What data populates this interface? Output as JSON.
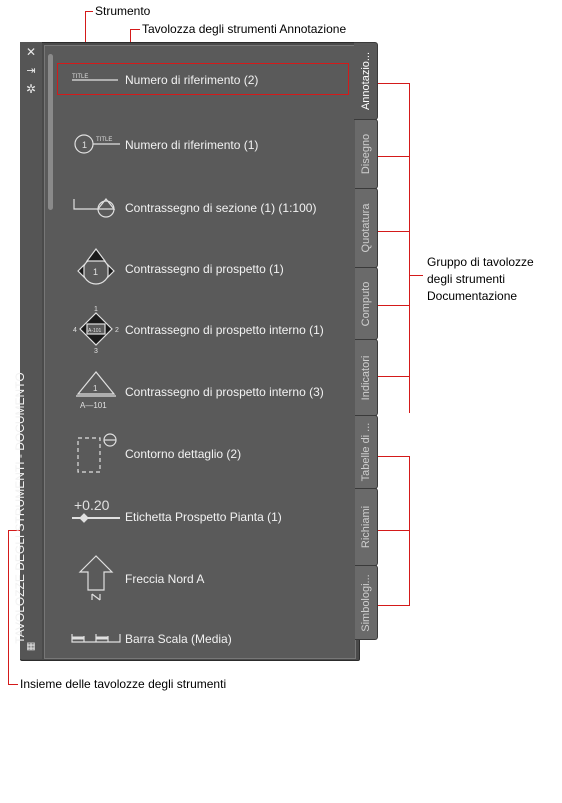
{
  "callouts": {
    "tool": "Strumento",
    "annotation_palette": "Tavolozza degli strumenti Annotazione",
    "group": [
      "Gruppo di tavolozze",
      "degli strumenti",
      "Documentazione"
    ],
    "set": "Insieme delle tavolozze degli strumenti"
  },
  "palette": {
    "title": "TAVOLOZZE DEGLI STRUMENTI - DOCUMENTO",
    "titlebar_icons": [
      "close-icon",
      "autohide-icon",
      "properties-icon"
    ]
  },
  "tools": [
    {
      "label": "Numero di riferimento (2)",
      "icon": "title-mark-icon"
    },
    {
      "label": "Numero di riferimento (1)",
      "icon": "circle-title-icon"
    },
    {
      "label": "Contrassegno di sezione (1) (1:100)",
      "icon": "section-mark-icon"
    },
    {
      "label": "Contrassegno di prospetto (1)",
      "icon": "elevation-mark-icon"
    },
    {
      "label": "Contrassegno di prospetto interno (1)",
      "icon": "interior-elevation-icon"
    },
    {
      "label": "Contrassegno di prospetto interno (3)",
      "icon": "triangle-elevation-icon"
    },
    {
      "label": "Contorno dettaglio (2)",
      "icon": "detail-boundary-icon"
    },
    {
      "label": "Etichetta Prospetto Pianta (1)",
      "icon": "plan-elevation-label-icon"
    },
    {
      "label": "Freccia Nord A",
      "icon": "north-arrow-icon"
    },
    {
      "label": "Barra Scala (Media)",
      "icon": "scale-bar-icon"
    }
  ],
  "icon_text": {
    "title": "TITLE",
    "elevation_num": "1",
    "interior_top": "1",
    "interior_left": "4",
    "interior_right": "2",
    "interior_bottom": "3",
    "interior_center": "A-101",
    "triangle_num": "1",
    "triangle_code": "A—101",
    "plan_value": "+0.20"
  },
  "tabs": [
    {
      "label": "Annotazio...",
      "active": true
    },
    {
      "label": "Disegno",
      "active": false
    },
    {
      "label": "Quotatura",
      "active": false
    },
    {
      "label": "Computo",
      "active": false
    },
    {
      "label": "Indicatori",
      "active": false
    },
    {
      "label": "Tabelle di ...",
      "active": false
    },
    {
      "label": "Richiami",
      "active": false
    },
    {
      "label": "Simbologi...",
      "active": false
    }
  ],
  "colors": {
    "callout_line": "#d41a1a",
    "palette_bg": "#4a4a4a"
  }
}
